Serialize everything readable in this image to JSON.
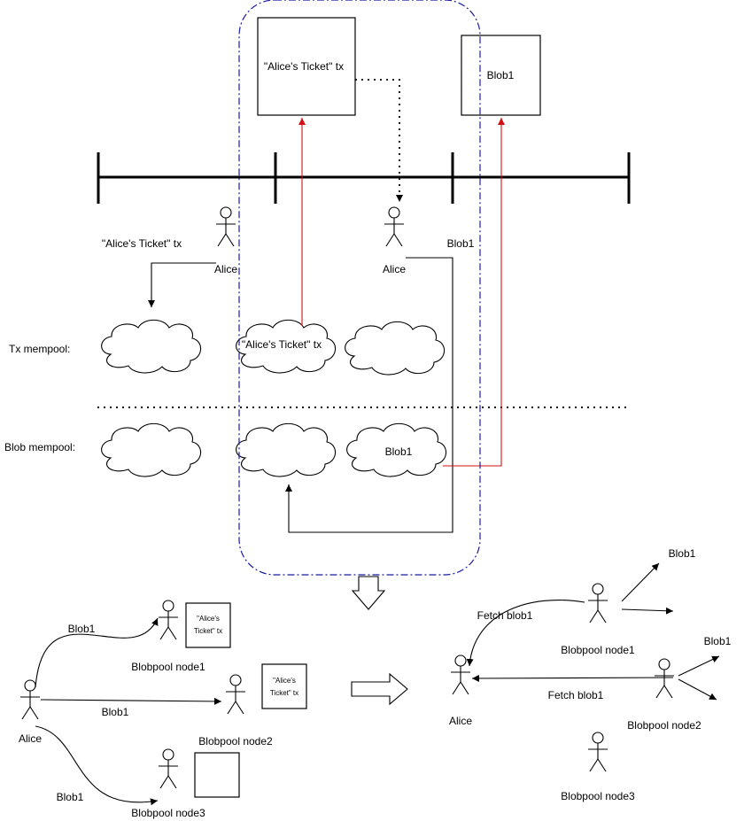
{
  "labels": {
    "top_tx": "\"Alice's Ticket\" tx",
    "top_blob": "Blob1",
    "alice": "Alice",
    "alice_ticket_tx": "\"Alice's Ticket\" tx",
    "blob1": "Blob1",
    "tx_mempool": "Tx mempool:",
    "blob_mempool": "Blob mempool:",
    "cloud_tx": "\"Alice's Ticket\" tx",
    "cloud_blob": "Blob1",
    "node1": "Blobpool node1",
    "node2": "Blobpool node2",
    "node3": "Blobpool node3",
    "ticket_small_1": "\"Alice's",
    "ticket_small_2": "Ticket\" tx",
    "fetch_blob1": "Fetch blob1"
  },
  "colors": {
    "highlight_border": "#1a1aa6",
    "link_red": "#d01010"
  }
}
